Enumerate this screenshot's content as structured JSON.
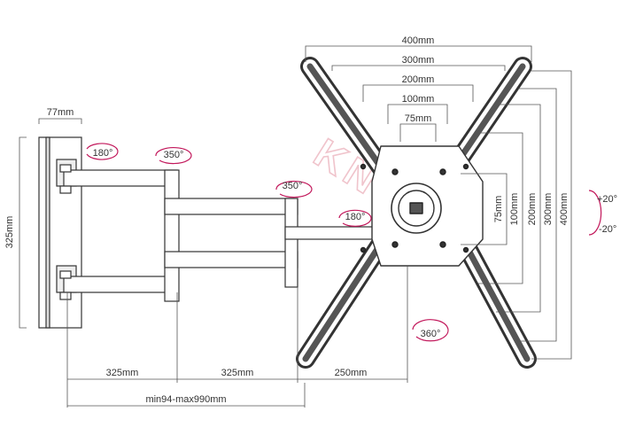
{
  "dimensions": {
    "vesa_400": "400mm",
    "vesa_300": "300mm",
    "vesa_200": "200mm",
    "vesa_100": "100mm",
    "vesa_75": "75mm",
    "wall_plate_depth": "77mm",
    "wall_plate_height": "325mm",
    "arm_1": "325mm",
    "arm_2": "325mm",
    "arm_3": "250mm",
    "extension_range": "min94-max990mm",
    "v75": "75mm",
    "v100": "100mm",
    "v200": "200mm",
    "v300": "300mm",
    "v400": "400mm"
  },
  "rotations": {
    "wall_swivel": "180°",
    "arm_swivel_1": "350°",
    "arm_swivel_2": "350°",
    "head_swivel": "180°",
    "rotation": "360°",
    "tilt_up": "+20°",
    "tilt_down": "-20°"
  },
  "watermark": "KNS",
  "colors": {
    "line": "#333333",
    "arrow": "#c2185b",
    "watermark": "#f0c4cc"
  }
}
